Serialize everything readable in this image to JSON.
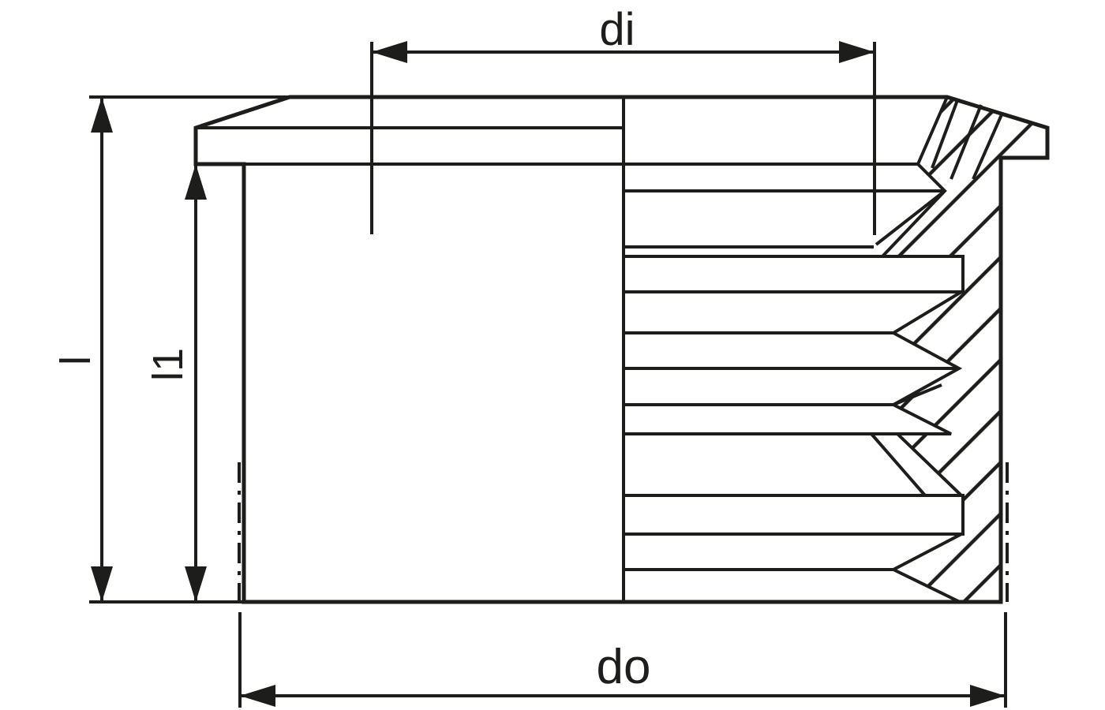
{
  "diagram": {
    "title": "threaded-adapter-half-section-dimension-drawing",
    "labels": {
      "di": "di",
      "do": "do",
      "l": "l",
      "l1": "l1"
    },
    "colors": {
      "line": "#1d1d1b",
      "background": "#ffffff"
    }
  }
}
